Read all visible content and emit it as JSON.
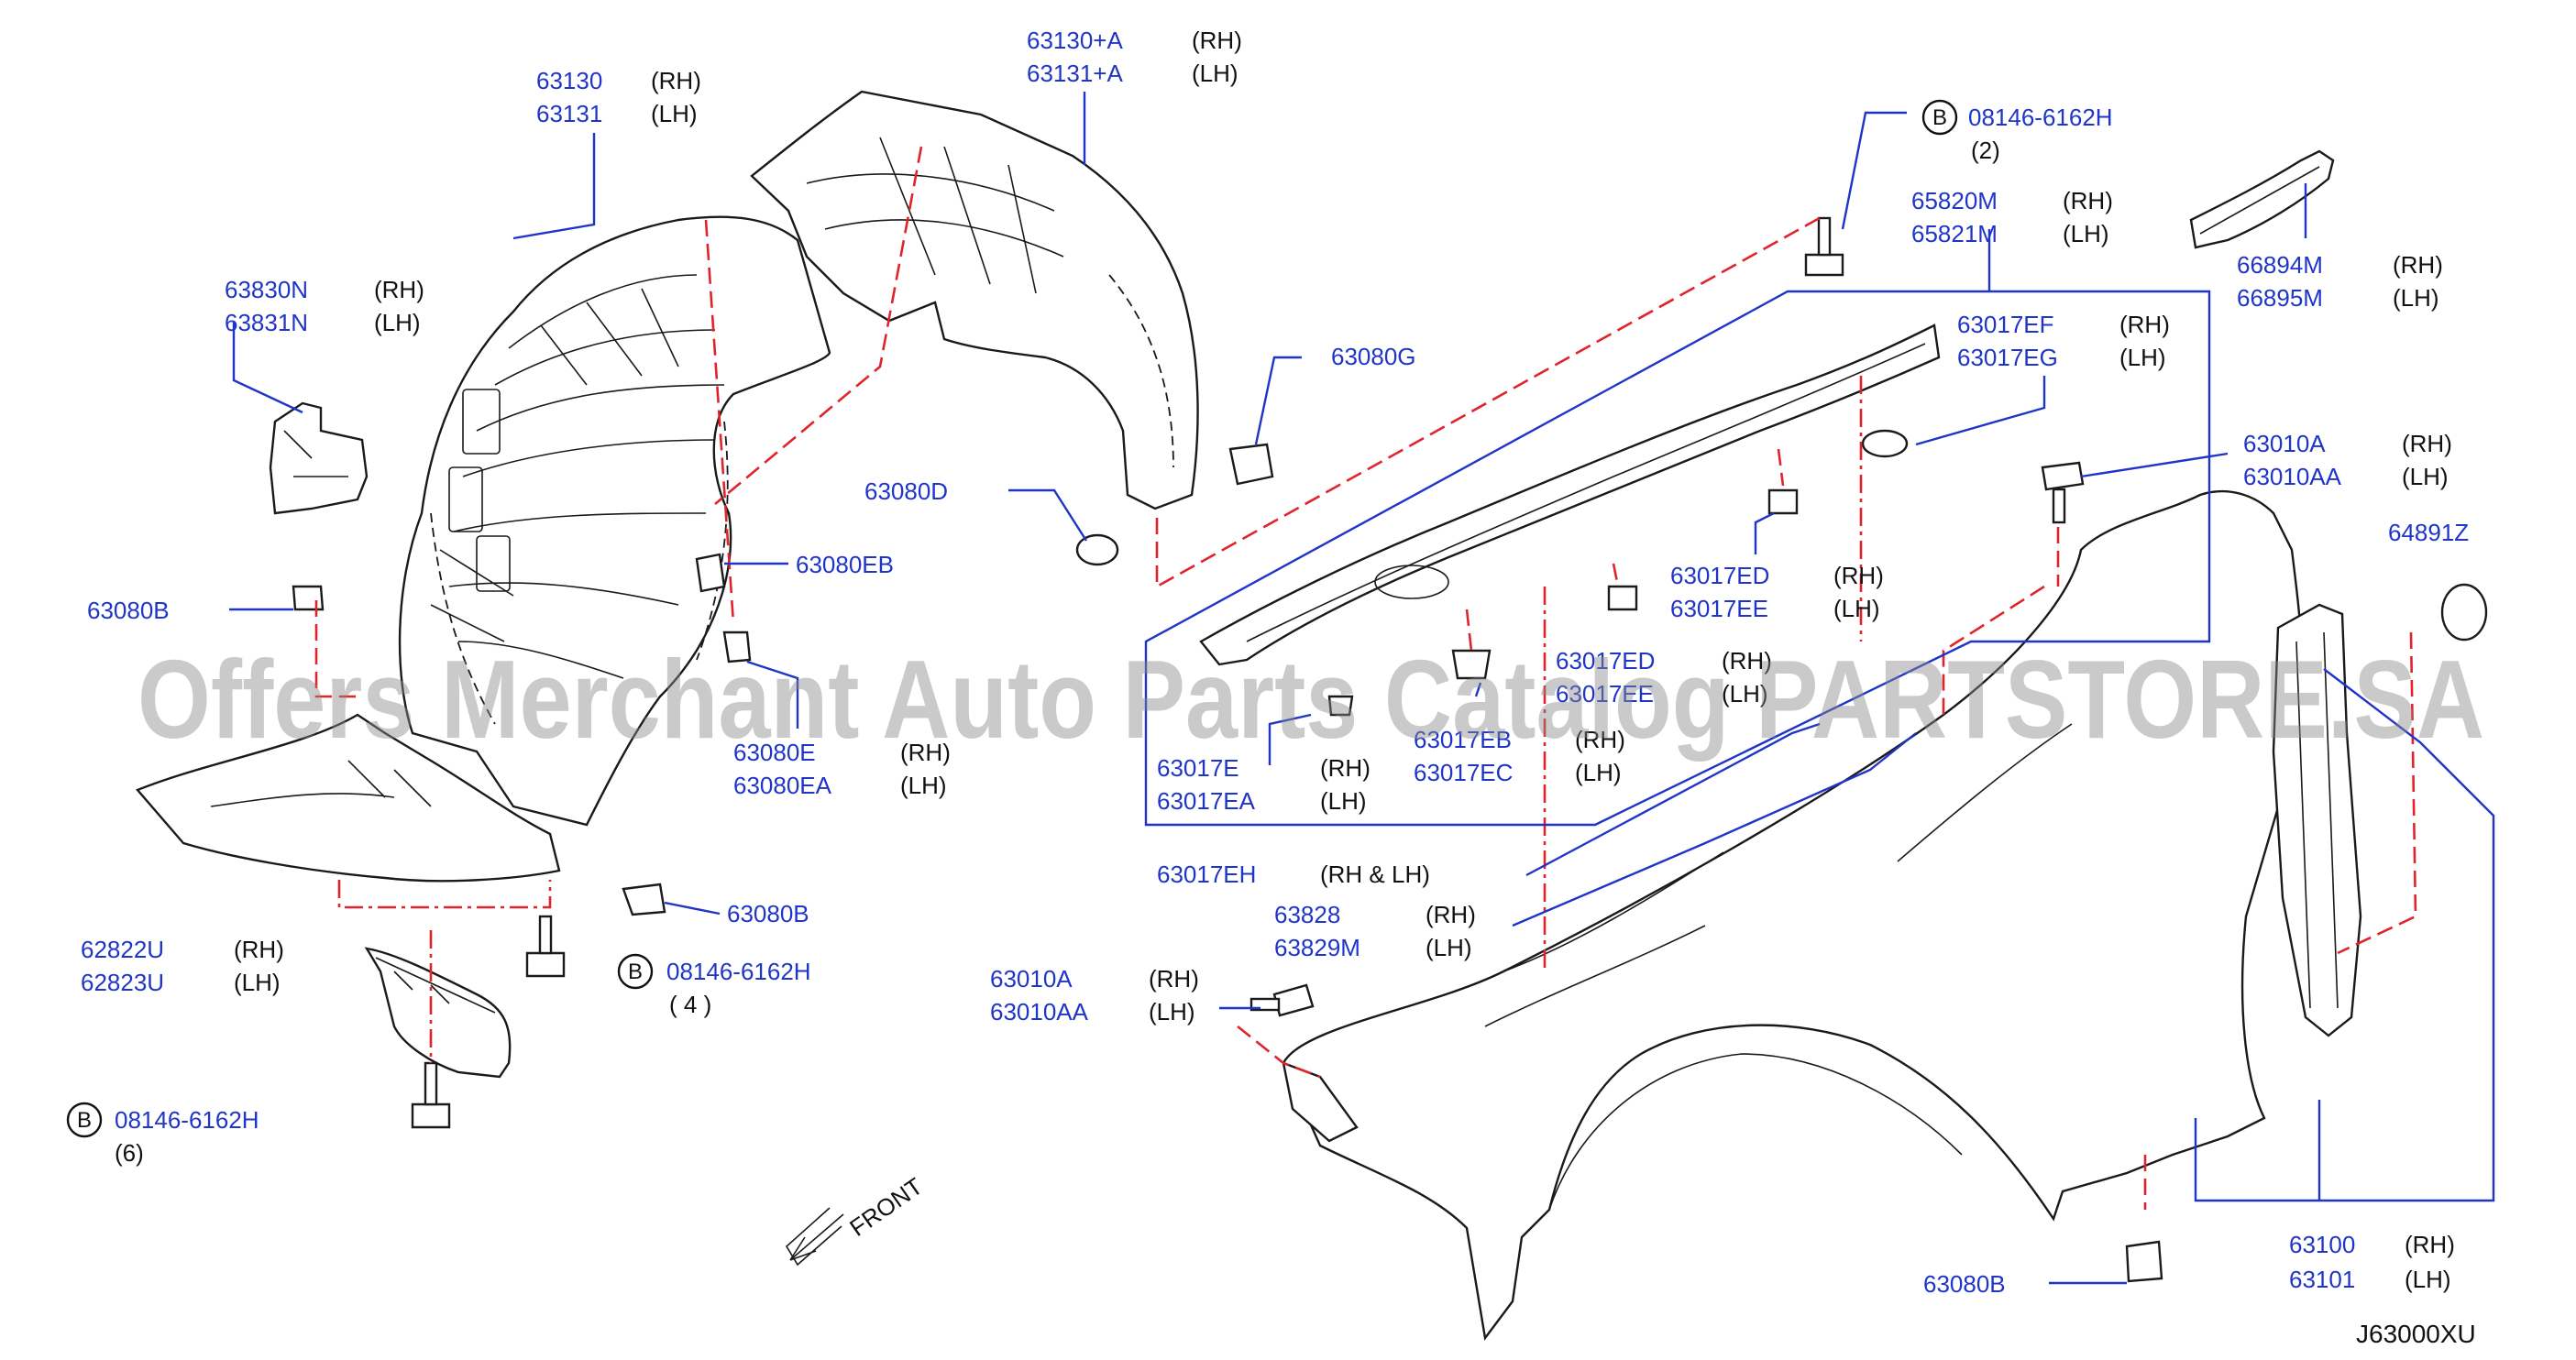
{
  "diagram_code": "J63000XU",
  "watermark": "Offers Merchant Auto Parts Catalog PARTSTORE.SA",
  "front_label": "FRONT",
  "bolt_marker": "B",
  "labels": [
    {
      "part": "63130",
      "side": "(RH)"
    },
    {
      "part": "63131",
      "side": "(LH)"
    },
    {
      "part": "63130+A",
      "side": "(RH)"
    },
    {
      "part": "63131+A",
      "side": "(LH)"
    },
    {
      "part": "63830N",
      "side": "(RH)"
    },
    {
      "part": "63831N",
      "side": "(LH)"
    },
    {
      "part": "63080G",
      "side": ""
    },
    {
      "part": "63080D",
      "side": ""
    },
    {
      "part": "63080EB",
      "side": ""
    },
    {
      "part": "63080B",
      "side": ""
    },
    {
      "part": "63080E",
      "side": "(RH)"
    },
    {
      "part": "63080EA",
      "side": "(LH)"
    },
    {
      "part": "63080B",
      "side": ""
    },
    {
      "part": "62822U",
      "side": "(RH)"
    },
    {
      "part": "62823U",
      "side": "(LH)"
    },
    {
      "part": "08146-6162H",
      "side": "( 4 )"
    },
    {
      "part": "08146-6162H",
      "side": "(6)"
    },
    {
      "part": "08146-6162H",
      "side": "(2)"
    },
    {
      "part": "65820M",
      "side": "(RH)"
    },
    {
      "part": "65821M",
      "side": "(LH)"
    },
    {
      "part": "66894M",
      "side": "(RH)"
    },
    {
      "part": "66895M",
      "side": "(LH)"
    },
    {
      "part": "63017EF",
      "side": "(RH)"
    },
    {
      "part": "63017EG",
      "side": "(LH)"
    },
    {
      "part": "63010A",
      "side": "(RH)"
    },
    {
      "part": "63010AA",
      "side": "(LH)"
    },
    {
      "part": "64891Z",
      "side": ""
    },
    {
      "part": "63017ED",
      "side": "(RH)"
    },
    {
      "part": "63017EE",
      "side": "(LH)"
    },
    {
      "part": "63017ED",
      "side": "(RH)"
    },
    {
      "part": "63017EE",
      "side": "(LH)"
    },
    {
      "part": "63017EB",
      "side": "(RH)"
    },
    {
      "part": "63017EC",
      "side": "(LH)"
    },
    {
      "part": "63017E",
      "side": "(RH)"
    },
    {
      "part": "63017EA",
      "side": "(LH)"
    },
    {
      "part": "63017EH",
      "side": "(RH & LH)"
    },
    {
      "part": "63828",
      "side": "(RH)"
    },
    {
      "part": "63829M",
      "side": "(LH)"
    },
    {
      "part": "63010A",
      "side": "(RH)"
    },
    {
      "part": "63010AA",
      "side": "(LH)"
    },
    {
      "part": "63100",
      "side": "(RH)"
    },
    {
      "part": "63101",
      "side": "(LH)"
    },
    {
      "part": "63080B",
      "side": ""
    }
  ]
}
